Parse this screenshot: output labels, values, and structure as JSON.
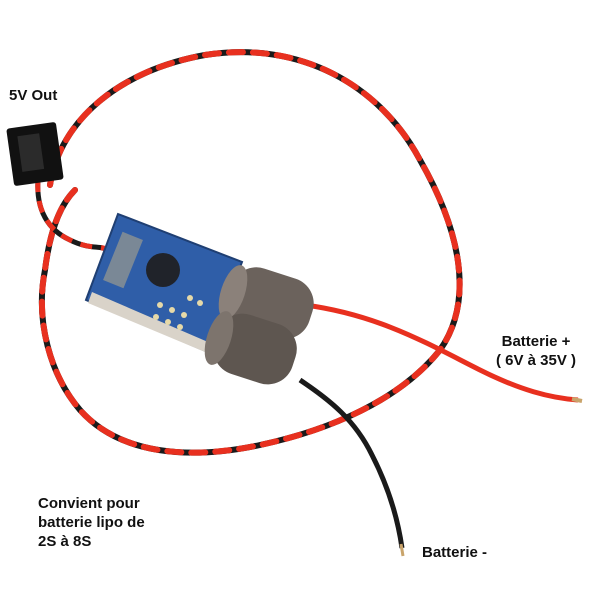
{
  "labels": {
    "five_v_out": "5V Out",
    "battery_plus": [
      "Batterie +",
      "( 6V à 35V )"
    ],
    "battery_minus": "Batterie -",
    "compat": [
      "Convient pour",
      "batterie lipo de",
      "2S à 8S"
    ]
  },
  "colors": {
    "wire_red": "#e8301f",
    "wire_black": "#1a1a1a",
    "pcb_blue": "#2f5ea8",
    "capacitor": "#6b625c",
    "connector": "#111111"
  }
}
